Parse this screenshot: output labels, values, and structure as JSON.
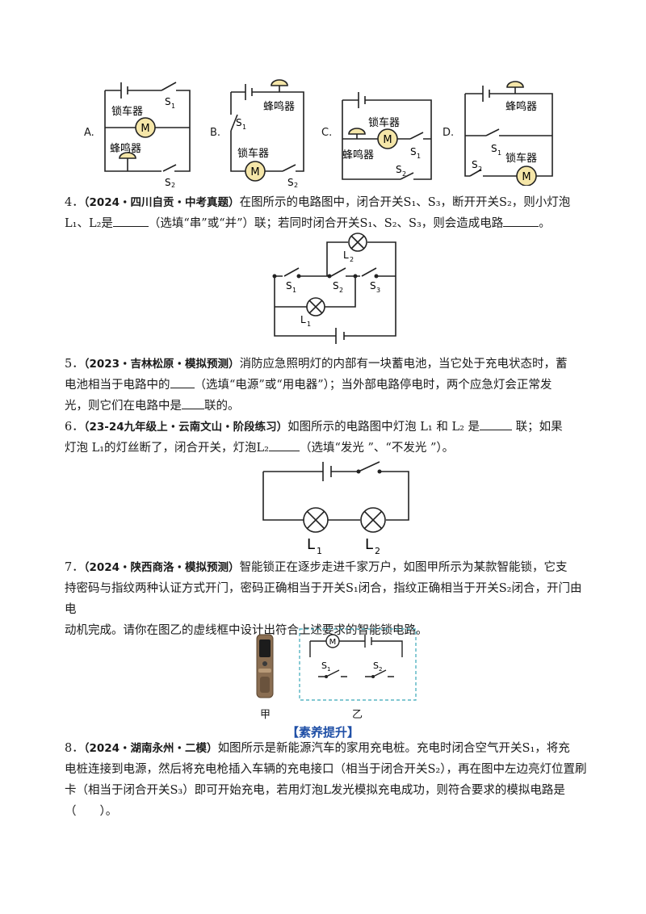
{
  "options": {
    "a_label": "A.",
    "b_label": "B.",
    "c_label": "C.",
    "d_label": "D.",
    "lock_motor": "锁车器",
    "buzzer": "蜂鸣器",
    "motor_symbol": "M",
    "s1": "S",
    "s1_sub": "1",
    "s2": "S",
    "s2_sub": "2"
  },
  "q4": {
    "num": "4．",
    "source": "（2024・四川自贡・中考真题）",
    "text1": "在图所示的电路图中，闭合开关S₁、S₃，断开开关S₂，则小灯泡",
    "text2a": "L₁、L₂是",
    "text2b": "（选填“串”或“并”）联；若同时闭合开关S₁、S₂、S₃，则会造成电路",
    "text2c": "。",
    "fig_l1": "L",
    "fig_l1_sub": "1",
    "fig_l2": "L",
    "fig_l2_sub": "2",
    "fig_s1": "S",
    "fig_s1_sub": "1",
    "fig_s2": "S",
    "fig_s2_sub": "2",
    "fig_s3": "S",
    "fig_s3_sub": "3"
  },
  "q5": {
    "num": "5．",
    "source": "（2023・吉林松原・模拟预测）",
    "text1": "消防应急照明灯的内部有一块蓄电池，当它处于充电状态时，蓄",
    "text2a": "电池相当于电路中的",
    "text2b": "（选填“电源”或“用电器”）；当外部电路停电时，两个应急灯会正常发",
    "text3a": "光，则它们在电路中是",
    "text3b": "联的。"
  },
  "q6": {
    "num": "6．",
    "source": "（23-24九年级上・云南文山・阶段练习）",
    "text1a": "如图所示的电路图中灯泡 L₁ 和 L₂ 是",
    "text1b": " 联；如果",
    "text2a": "灯泡 L₁的灯丝断了，闭合开关，灯泡L₂",
    "text2b": "（选填“发光 ”、“不发光 ”）。",
    "fig_l1": "L",
    "fig_l1_sub": "1",
    "fig_l2": "L",
    "fig_l2_sub": "2"
  },
  "q7": {
    "num": "7．",
    "source": "（2024・陕西商洛・模拟预测）",
    "text1": "智能锁正在逐步走进千家万户，如图甲所示为某款智能锁，它支",
    "text2": "持密码与指纹两种认证方式开门，密码正确相当于开关S₁闭合，指纹正确相当于开关S₂闭合，开门由电",
    "text3": "动机完成。请你在图乙的虚线框中设计出符合上述要求的智能锁电路。",
    "cap_jia": "甲",
    "cap_yi": "乙",
    "fig_m": "M",
    "fig_s1": "S",
    "fig_s1_sub": "1",
    "fig_s2": "S",
    "fig_s2_sub": "2"
  },
  "section": {
    "title": "【素养提升】"
  },
  "q8": {
    "num": "8．",
    "source": "（2024・湖南永州・二模）",
    "text1": "如图所示是新能源汽车的家用充电桩。充电时闭合空气开关S₁，将充",
    "text2": "电桩连接到电源，然后将充电枪插入车辆的充电接口（相当于闭合开关S₂），再在图中左边亮灯位置刷",
    "text3": "卡（相当于闭合开关S₃）即可开始充电，若用灯泡L发光模拟充电成功，则符合要求的模拟电路是",
    "text4": "（　　）。"
  }
}
